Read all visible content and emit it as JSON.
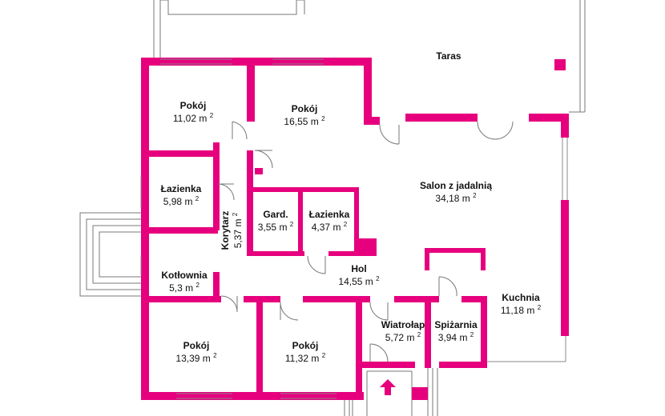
{
  "plan": {
    "wall_color": "#e6007e",
    "line_color": "#777777",
    "area_unit": "m",
    "area_exponent": "2",
    "entrance_arrow": "up-arrow-icon"
  },
  "rooms": [
    {
      "id": "taras",
      "name": "Taras",
      "area": ""
    },
    {
      "id": "pokoj1",
      "name": "Pokój",
      "area": "11,02"
    },
    {
      "id": "pokoj2",
      "name": "Pokój",
      "area": "16,55"
    },
    {
      "id": "salon",
      "name": "Salon z jadalnią",
      "area": "34,18"
    },
    {
      "id": "lazienka1",
      "name": "Łazienka",
      "area": "5,98"
    },
    {
      "id": "korytarz",
      "name": "Korytarz",
      "area": "5,37"
    },
    {
      "id": "gard",
      "name": "Gard.",
      "area": "3,55"
    },
    {
      "id": "lazienka2",
      "name": "Łazienka",
      "area": "4,37"
    },
    {
      "id": "kotlownia",
      "name": "Kotłownia",
      "area": "5,3"
    },
    {
      "id": "hol",
      "name": "Hol",
      "area": "14,55"
    },
    {
      "id": "kuchnia",
      "name": "Kuchnia",
      "area": "11,18"
    },
    {
      "id": "wiatrolap",
      "name": "Wiatrołap",
      "area": "5,72"
    },
    {
      "id": "spizarnia",
      "name": "Spiżarnia",
      "area": "3,94"
    },
    {
      "id": "pokoj3",
      "name": "Pokój",
      "area": "13,39"
    },
    {
      "id": "pokoj4",
      "name": "Pokój",
      "area": "11,32"
    }
  ]
}
